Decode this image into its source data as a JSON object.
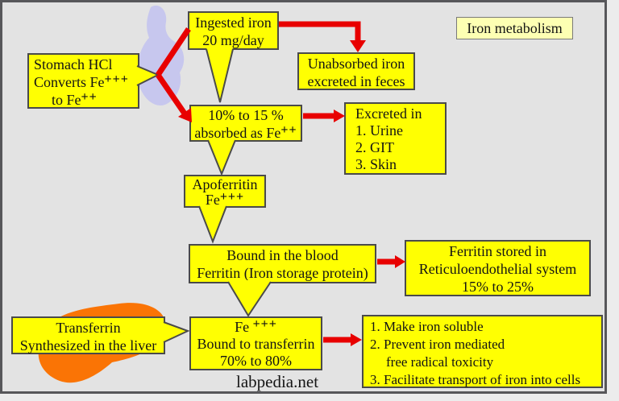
{
  "title": {
    "label": "Iron metabolism"
  },
  "watermark": {
    "label": "labpedia.net"
  },
  "colors": {
    "canvas_bg": "#e3e3e3",
    "box_fill": "#ffff02",
    "title_fill": "#fdffb3",
    "box_border": "#4a4a4a",
    "arrow_red": "#e80000",
    "stomach_fill": "#c7c7ee",
    "liver_fill": "#fa7405"
  },
  "boxes": {
    "ingested": {
      "line1": "Ingested iron",
      "line2": "20 mg/day"
    },
    "unabsorbed": {
      "line1": "Unabsorbed iron",
      "line2": "excreted in feces"
    },
    "stomach_hcl": {
      "line1": "Stomach HCl",
      "line2_base": "Converts Fe",
      "line2_sup": "+++",
      "line3_base": "to Fe",
      "line3_sup": "++"
    },
    "absorbed": {
      "line1": "10% to 15 %",
      "line2_base": "absorbed as Fe",
      "line2_sup": "++"
    },
    "excreted": {
      "line1": "Excreted in",
      "line2": "1. Urine",
      "line3": "2. GIT",
      "line4": "3. Skin"
    },
    "apoferritin": {
      "line1": "Apoferritin",
      "line2_base": "Fe",
      "line2_sup": "+++"
    },
    "bound_blood": {
      "line1": "Bound in the blood",
      "line2": "Ferritin (Iron storage protein)"
    },
    "ferritin_stored": {
      "line1": "Ferritin stored in",
      "line2": "Reticuloendothelial system",
      "line3": "15% to 25%"
    },
    "transferrin": {
      "line1": "Transferrin",
      "line2": "Synthesized in the liver"
    },
    "fe_transferrin": {
      "line1_base": "Fe ",
      "line1_sup": "+++",
      "line2": "Bound to transferrin",
      "line3": "70% to 80%"
    },
    "functions": {
      "line1": "1. Make iron soluble",
      "line2": "2. Prevent iron mediated",
      "line3": "free radical toxicity",
      "line4": "3. Facilitate transport of iron into cells"
    }
  }
}
